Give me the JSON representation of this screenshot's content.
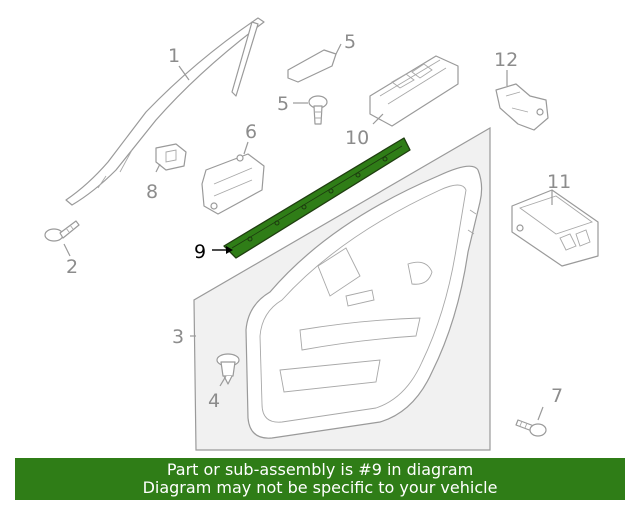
{
  "callouts": {
    "n1": "1",
    "n2": "2",
    "n3": "3",
    "n4": "4",
    "n5a": "5",
    "n5b": "5",
    "n6": "6",
    "n7": "7",
    "n8": "8",
    "n9": "9",
    "n10": "10",
    "n11": "11",
    "n12": "12"
  },
  "highlight": {
    "part": "9",
    "color": "#2f7d17"
  },
  "banner": {
    "line1": "Part or sub-assembly is #9 in diagram",
    "line2": "Diagram may not be specific to your vehicle",
    "color": "#2f7d17"
  }
}
